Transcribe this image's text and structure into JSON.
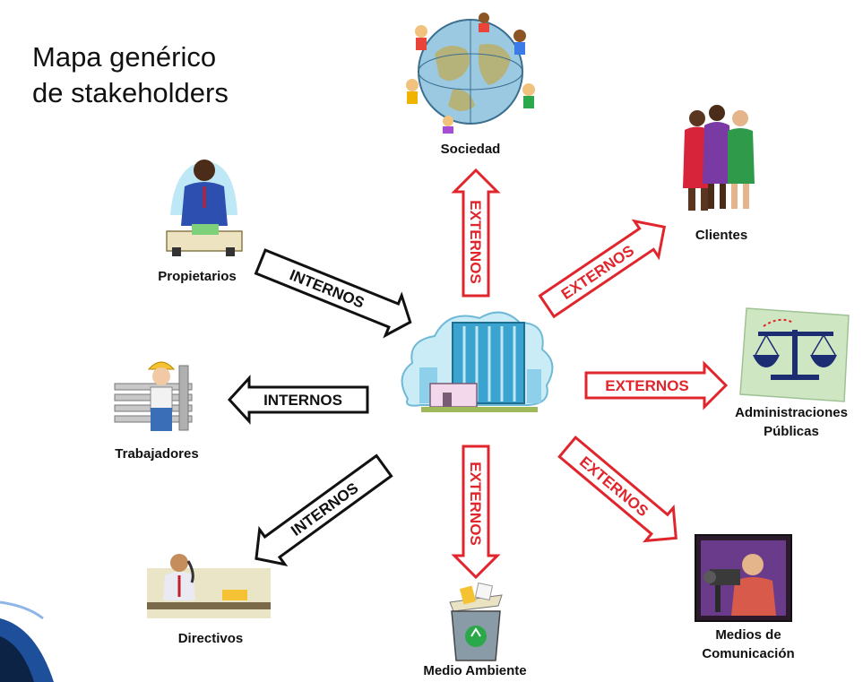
{
  "title": [
    "Mapa genérico",
    "de stakeholders"
  ],
  "labels": {
    "internos": "INTERNOS",
    "externos": "EXTERNOS"
  },
  "stakeholders": {
    "sociedad": "Sociedad",
    "clientes": "Clientes",
    "administraciones_1": "Administraciones",
    "administraciones_2": "Públicas",
    "medios_1": "Medios de",
    "medios_2": "Comunicación",
    "medio_ambiente": "Medio Ambiente",
    "directivos": "Directivos",
    "trabajadores": "Trabajadores",
    "propietarios": "Propietarios"
  },
  "colors": {
    "internal_arrow": "#111111",
    "external_arrow": "#e0262c",
    "slide_accent": "#2a5ea8"
  }
}
